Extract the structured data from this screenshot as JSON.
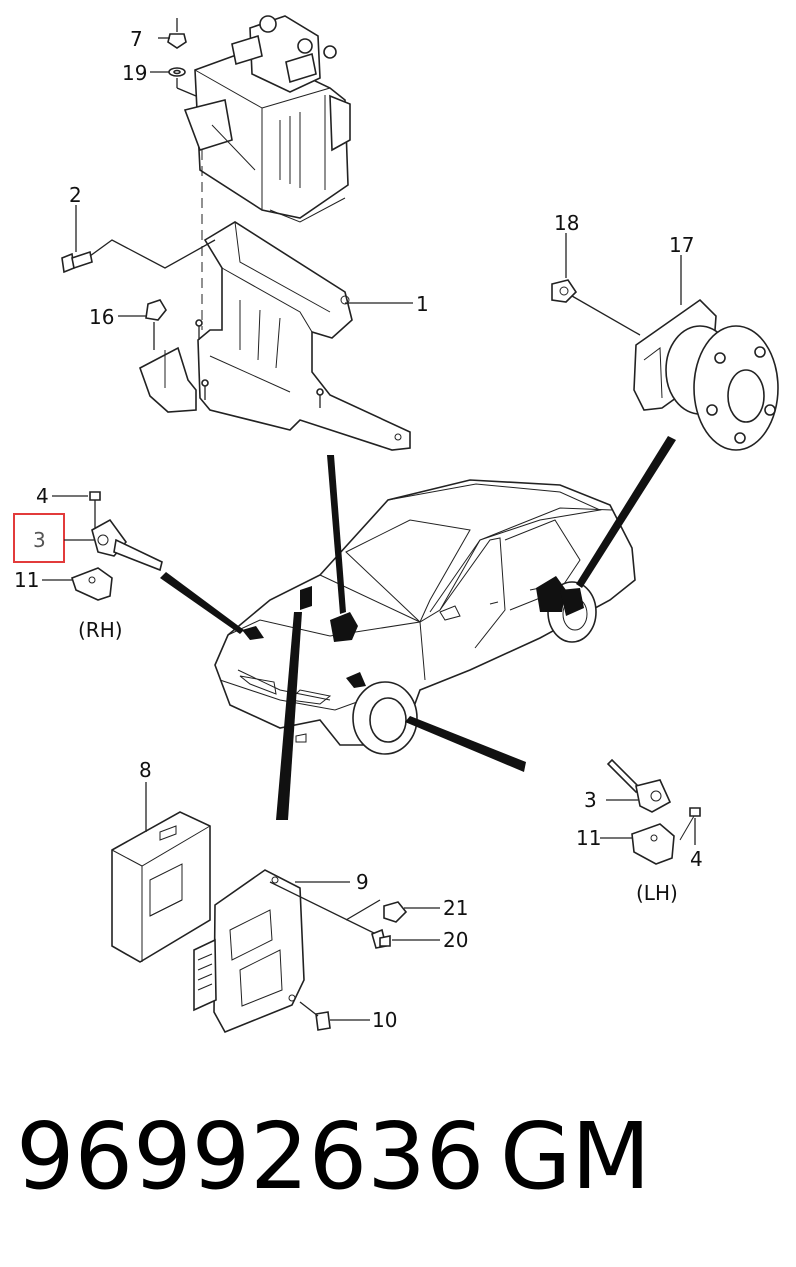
{
  "callouts": {
    "c7": "7",
    "c19": "19",
    "c2": "2",
    "c16": "16",
    "c1": "1",
    "c18": "18",
    "c17": "17",
    "c4_rh": "4",
    "c3_rh": "3",
    "c11_rh": "11",
    "rh": "(RH)",
    "c8": "8",
    "c9": "9",
    "c21": "21",
    "c20": "20",
    "c10": "10",
    "c3_lh": "3",
    "c11_lh": "11",
    "c4_lh": "4",
    "lh": "(LH)"
  },
  "footer": {
    "part_number": "96992636",
    "brand": "GM"
  },
  "highlight_color": "#e23b3b"
}
